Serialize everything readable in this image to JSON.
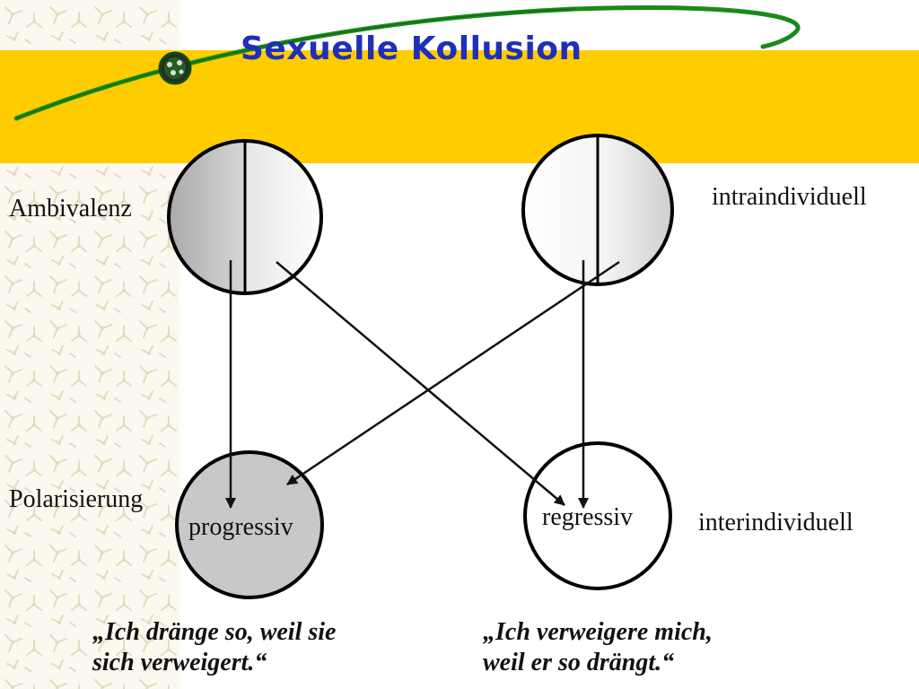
{
  "title": "Sexuelle Kollusion",
  "labels": {
    "ambivalenz": "Ambivalenz",
    "polarisierung": "Polarisierung",
    "intraindividuell": "intraindividuell",
    "interindividuell": "interindividuell",
    "progressiv": "progressiv",
    "regressiv": "regressiv"
  },
  "quotes": {
    "left_line1": "„Ich dränge so, weil sie",
    "left_line2": "sich verweigert.“",
    "right_line1": "„Ich verweigere mich,",
    "right_line2": "weil er so drängt.“"
  },
  "colors": {
    "title": "#1f2fb8",
    "band": "#ffcc00",
    "orbit": "#1a8a1a",
    "progressiv_fill": "#c8c8c8"
  }
}
